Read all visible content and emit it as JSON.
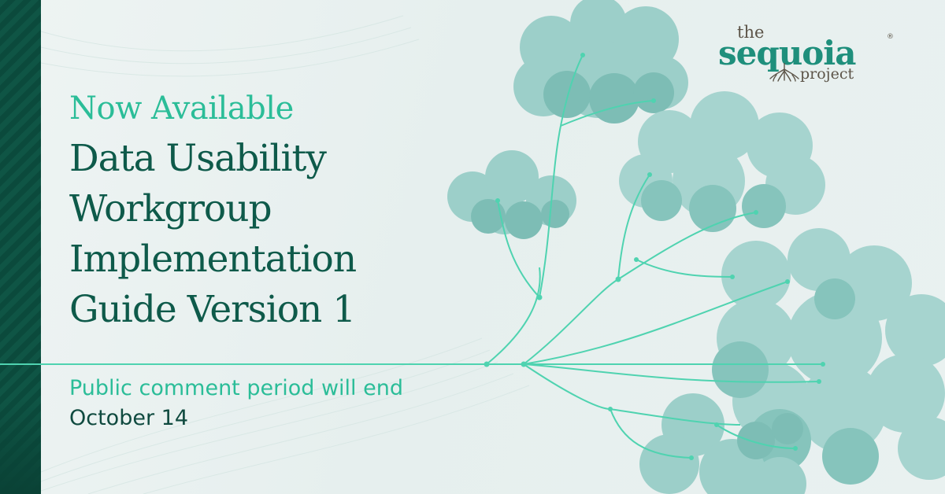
{
  "headline": {
    "eyebrow": "Now Available",
    "title_lines": [
      "Data Usability",
      "Workgroup",
      "Implementation",
      "Guide Version 1"
    ]
  },
  "details": {
    "subtitle": "Public comment period will end",
    "date": "October 14"
  },
  "logo": {
    "the": "the",
    "name": "sequoia",
    "registered": "®",
    "project": "project"
  },
  "colors": {
    "accent_green": "#2bbd98",
    "title_dark_green": "#0e5a4a",
    "sidebar_green": "#0f5545",
    "foliage": "#86c4bc",
    "branch": "#4fd3b0",
    "logo_brown": "#5c5448"
  }
}
